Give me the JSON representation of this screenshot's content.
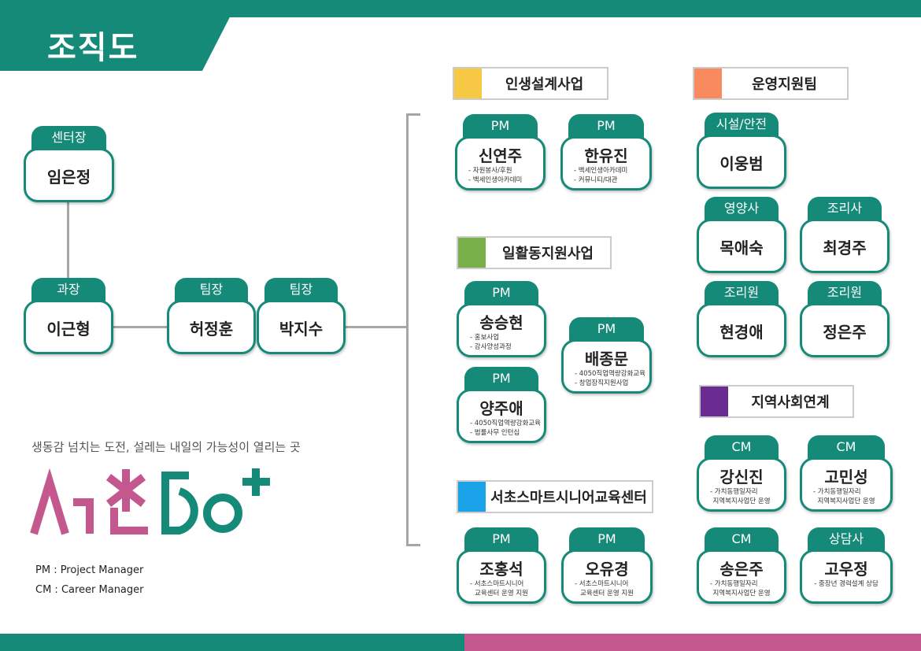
{
  "title": "조직도",
  "slogan": "생동감 넘치는 도전, 설레는 내일의 가능성이 열리는 곳",
  "logo_text": "서초50+",
  "legend": [
    "PM : Project Manager",
    "CM : Career Manager"
  ],
  "colors": {
    "teal": "#168a78",
    "pink": "#c4578e",
    "yellow": "#f7c844",
    "green": "#79b04a",
    "blue": "#1aa3e8",
    "orange": "#f98a5e",
    "purple": "#6a2c91"
  },
  "sections": [
    {
      "label": "인생설계사업",
      "color": "#f7c844"
    },
    {
      "label": "일활동지원사업",
      "color": "#79b04a"
    },
    {
      "label": "서초스마트시니어교육센터",
      "color": "#1aa3e8"
    },
    {
      "label": "운영지원팀",
      "color": "#f98a5e"
    },
    {
      "label": "지역사회연계",
      "color": "#6a2c91"
    }
  ],
  "cards": [
    {
      "role": "센터장",
      "name": "임은정",
      "desc": []
    },
    {
      "role": "과장",
      "name": "이근형",
      "desc": []
    },
    {
      "role": "팀장",
      "name": "허정훈",
      "desc": []
    },
    {
      "role": "팀장",
      "name": "박지수",
      "desc": []
    },
    {
      "role": "PM",
      "name": "신연주",
      "desc": [
        "- 자원봉사/후원",
        "- 백세인생아카데미"
      ]
    },
    {
      "role": "PM",
      "name": "한유진",
      "desc": [
        "- 백세인생아카데미",
        "- 커뮤니티/대관"
      ]
    },
    {
      "role": "PM",
      "name": "송승현",
      "desc": [
        "- 홍보사업",
        "- 강사양성과정"
      ]
    },
    {
      "role": "PM",
      "name": "배종문",
      "desc": [
        "- 4050직업역량강화교육",
        "- 창업장직지원사업"
      ]
    },
    {
      "role": "PM",
      "name": "양주애",
      "desc": [
        "- 4050직업역량강화교육",
        "- 법률사무 인턴십"
      ]
    },
    {
      "role": "PM",
      "name": "조홍석",
      "desc": [
        "- 서초스마트시니어",
        "교육센터 운영 지원"
      ]
    },
    {
      "role": "PM",
      "name": "오유경",
      "desc": [
        "- 서초스마트시니어",
        "교육센터 운영 지원"
      ]
    },
    {
      "role": "시설/안전",
      "name": "이웅범",
      "desc": []
    },
    {
      "role": "영양사",
      "name": "목애숙",
      "desc": []
    },
    {
      "role": "조리사",
      "name": "최경주",
      "desc": []
    },
    {
      "role": "조리원",
      "name": "현경애",
      "desc": []
    },
    {
      "role": "조리원",
      "name": "정은주",
      "desc": []
    },
    {
      "role": "CM",
      "name": "강신진",
      "desc": [
        "- 가치동행일자리",
        "지역복지사업단 운영"
      ]
    },
    {
      "role": "CM",
      "name": "고민성",
      "desc": [
        "- 가치동행일자리",
        "지역복지사업단 운영"
      ]
    },
    {
      "role": "CM",
      "name": "송은주",
      "desc": [
        "- 가치동행일자리",
        "지역복지사업단 운영"
      ]
    },
    {
      "role": "상담사",
      "name": "고우정",
      "desc": [
        "- 중장년 경력설계 상담"
      ]
    }
  ]
}
